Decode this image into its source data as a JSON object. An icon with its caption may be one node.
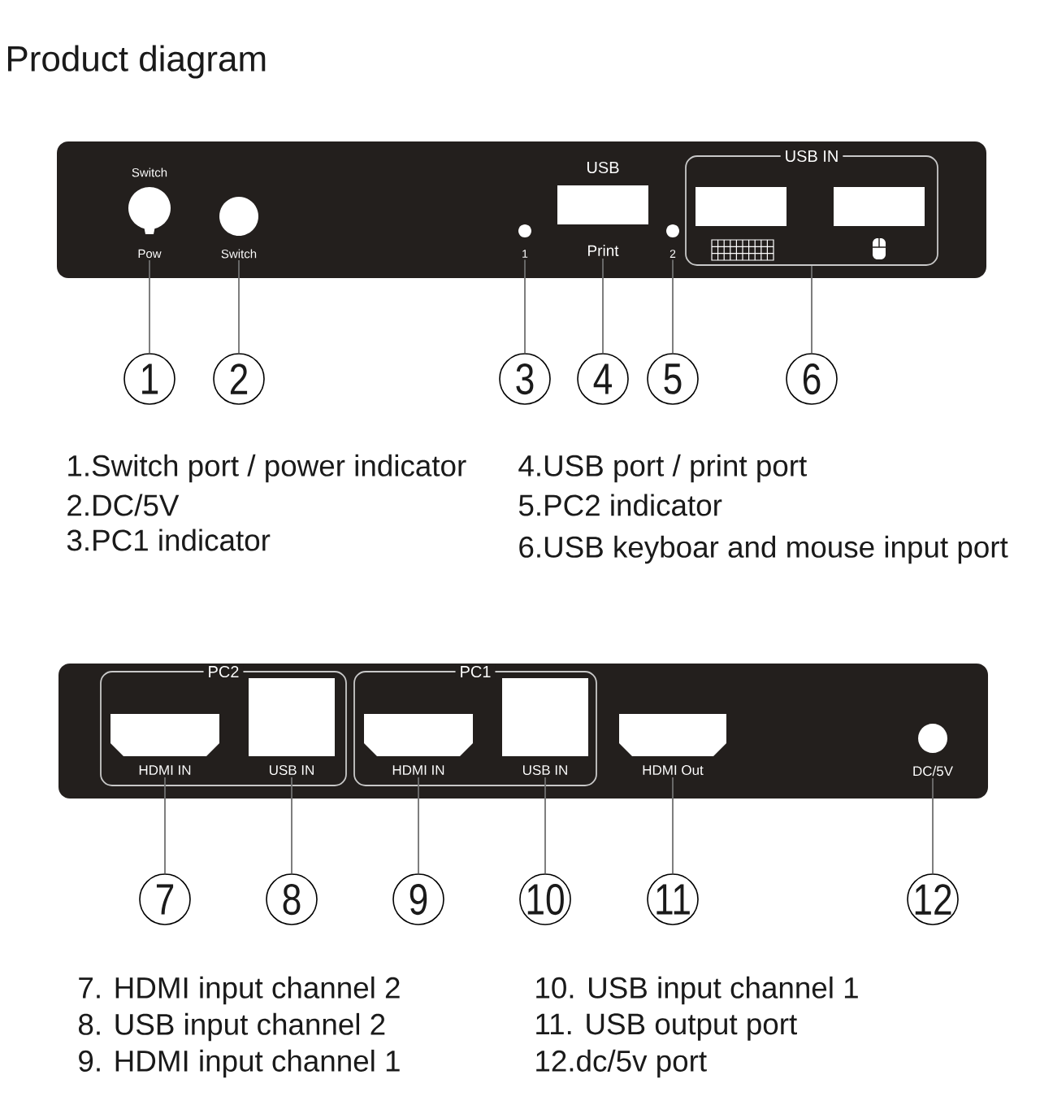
{
  "diagram": {
    "title": "Product diagram",
    "nodes": [
      {
        "text": [],
        "shape": "box"
      },
      {
        "text": [
          "Switch",
          "Pow"
        ],
        "in": 0
      },
      {
        "text": [
          "Switch"
        ],
        "in": 0
      },
      {
        "text": [
          "1"
        ],
        "in": 0
      },
      {
        "text": [
          "USB",
          "Print"
        ],
        "in": 0
      },
      {
        "text": [
          "2"
        ],
        "in": 0
      },
      {
        "text": [
          "USB IN"
        ],
        "in": 0
      },
      {
        "text": [],
        "shape": "box",
        "in": 6
      },
      {
        "text": [],
        "shape": "box",
        "in": 6
      },
      {
        "text": [
          "1"
        ]
      },
      {
        "text": [
          "2"
        ]
      },
      {
        "text": [
          "3"
        ]
      },
      {
        "text": [
          "4"
        ]
      },
      {
        "text": [
          "5"
        ]
      },
      {
        "text": [
          "6"
        ]
      },
      {
        "text": [],
        "shape": "box"
      },
      {
        "text": [
          "PC2"
        ],
        "in": 15
      },
      {
        "text": [
          "HDMI IN"
        ],
        "in": 16
      },
      {
        "text": [
          "USB IN"
        ],
        "in": 16
      },
      {
        "text": [
          "PC1"
        ],
        "in": 15
      },
      {
        "text": [
          "HDMI IN"
        ],
        "in": 19
      },
      {
        "text": [
          "USB IN"
        ],
        "in": 19
      },
      {
        "text": [
          "HDMI Out"
        ],
        "in": 15
      },
      {
        "text": [
          "DC/5V"
        ],
        "in": 15
      },
      {
        "text": [
          "7"
        ]
      },
      {
        "text": [
          "8"
        ]
      },
      {
        "text": [
          "9"
        ]
      },
      {
        "text": [
          "10"
        ]
      },
      {
        "text": [
          "11"
        ]
      },
      {
        "text": [
          "12"
        ]
      }
    ],
    "edges": [
      {
        "from": 9,
        "to": 1,
        "arrow": "none"
      },
      {
        "from": 10,
        "to": 2,
        "arrow": "none"
      },
      {
        "from": 11,
        "to": 3,
        "arrow": "none"
      },
      {
        "from": 12,
        "to": 4,
        "arrow": "none"
      },
      {
        "from": 13,
        "to": 5,
        "arrow": "none"
      },
      {
        "from": 14,
        "to": 6,
        "arrow": "none"
      },
      {
        "from": 24,
        "to": 17,
        "arrow": "none"
      },
      {
        "from": 25,
        "to": 18,
        "arrow": "none"
      },
      {
        "from": 26,
        "to": 20,
        "arrow": "none"
      },
      {
        "from": 27,
        "to": 21,
        "arrow": "none"
      },
      {
        "from": 28,
        "to": 22,
        "arrow": "none"
      },
      {
        "from": 29,
        "to": 23,
        "arrow": "none"
      }
    ],
    "labels": [
      "1.Switch port / power indicator",
      "2.DC/5V",
      "3.PC1 indicator",
      "4.USB port / print port",
      "5.PC2 indicator",
      "6.USB keyboar and mouse input port",
      "7. HDMI input channel 2",
      "8. USB input channel 2",
      "9. HDMI input channel 1",
      "10. USB input channel 1",
      "11. USB output port",
      "12.dc/5v port"
    ]
  }
}
